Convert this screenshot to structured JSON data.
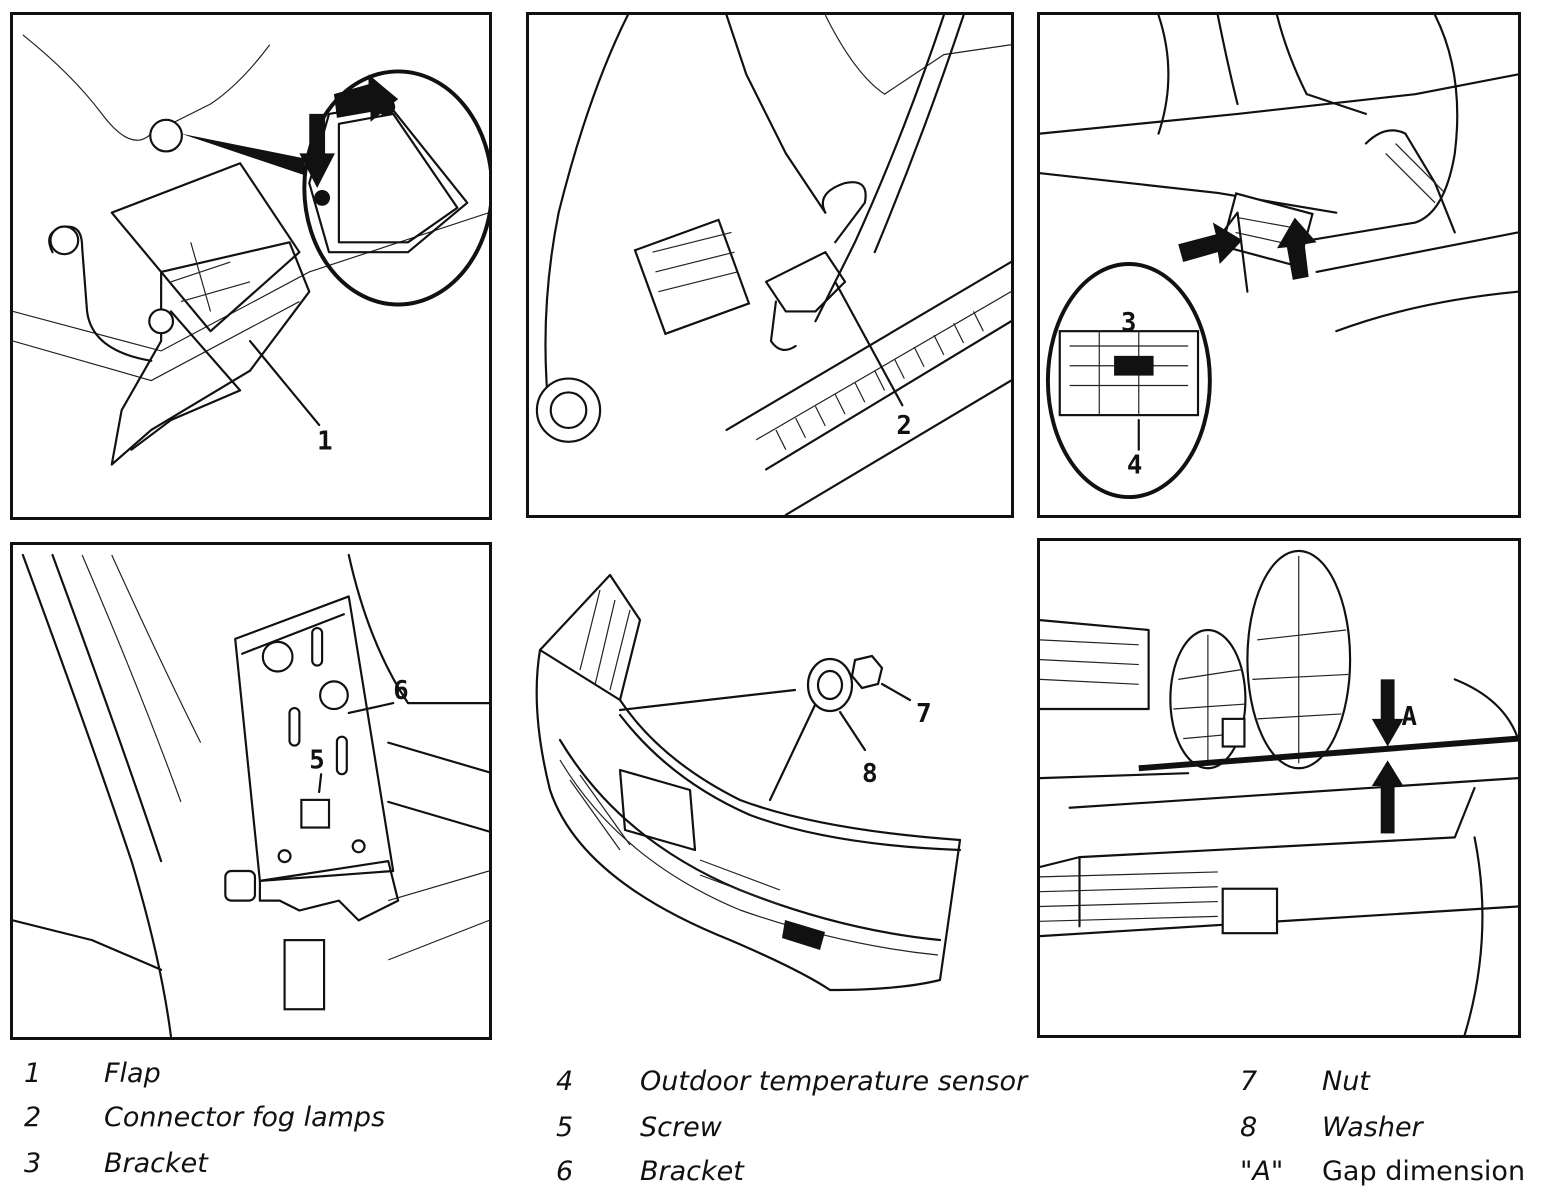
{
  "callouts": {
    "p1": "1",
    "p2": "2",
    "p3a": "3",
    "p3b": "4",
    "p4": "5",
    "p4b": "6",
    "p5a": "7",
    "p5b": "8",
    "p6": "A"
  },
  "legend": [
    {
      "num": "1",
      "label": "Flap"
    },
    {
      "num": "2",
      "label": "Connector fog lamps"
    },
    {
      "num": "3",
      "label": "Bracket"
    },
    {
      "num": "4",
      "label": "Outdoor temperature sensor"
    },
    {
      "num": "5",
      "label": "Screw"
    },
    {
      "num": "6",
      "label": "Bracket"
    },
    {
      "num": "7",
      "label": "Nut"
    },
    {
      "num": "8",
      "label": "Washer"
    },
    {
      "num": "\"A\"",
      "label": "Gap dimension"
    }
  ]
}
